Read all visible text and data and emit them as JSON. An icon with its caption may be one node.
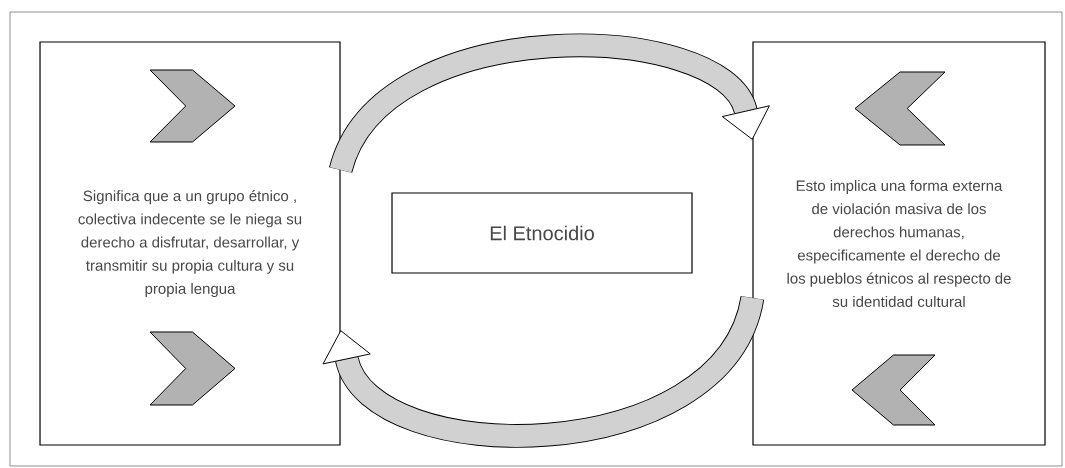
{
  "diagram": {
    "nodes": [
      {
        "text": [
          "Significa que a un grupo étnico , colectiva indecente se le niega su derecho a disfrutar, desarrollar, y transmitir su propia cultura y su propia lengua"
        ]
      },
      {
        "text": [
          "El Etnocidio"
        ]
      },
      {
        "text": [
          "Esto implica una forma externa de violación masiva de los derechos humanas, especificamente el derecho de los pueblos étnicos al respecto de su identidad cultural"
        ]
      }
    ],
    "edges": [
      {
        "from": 0,
        "to": 2,
        "arrow": "to"
      },
      {
        "from": 2,
        "to": 0,
        "arrow": "to"
      }
    ]
  }
}
